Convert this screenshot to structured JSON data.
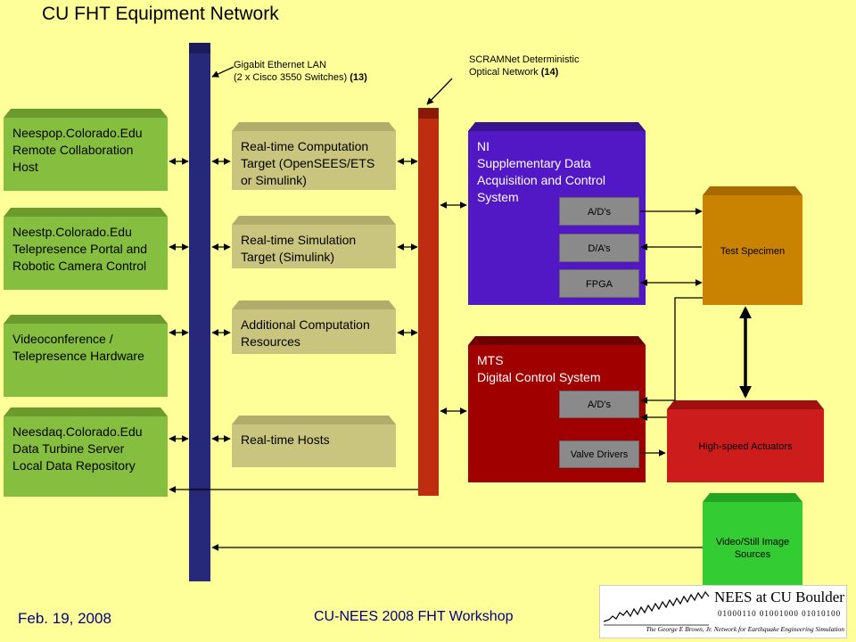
{
  "title": "CU FHT Equipment Network",
  "footer": {
    "date": "Feb. 19, 2008",
    "event": "CU-NEES 2008 FHT Workshop"
  },
  "notes": {
    "lan_line1": "Gigabit Ethernet LAN",
    "lan_line2": "(2 x Cisco 3550 Switches) ",
    "lan_num": "(13)",
    "scram_line1": "SCRAMNet Deterministic",
    "scram_line2": "Optical Network ",
    "scram_num": "(14)"
  },
  "left_boxes": [
    {
      "label": "Neespop.Colorado.Edu\nRemote Collaboration\nHost"
    },
    {
      "label": "Neestp.Colorado.Edu\nTelepresence Portal and\nRobotic Camera Control"
    },
    {
      "label": "Videoconference /\nTelepresence Hardware"
    },
    {
      "label": "Neesdaq.Colorado.Edu\nData Turbine Server\nLocal Data Repository"
    }
  ],
  "middle_boxes": [
    {
      "label": "Real-time Computation\nTarget (OpenSEES/ETS\nor Simulink)"
    },
    {
      "label": "Real-time Simulation\nTarget (Simulink)"
    },
    {
      "label": "Additional Computation\nResources"
    },
    {
      "label": "Real-time Hosts"
    }
  ],
  "ni_box": {
    "label": "NI\nSupplementary Data\nAcquisition and Control\nSystem",
    "subs": [
      "A/D’s",
      "D/A’s",
      "FPGA"
    ]
  },
  "mts_box": {
    "label": "MTS\nDigital Control System",
    "subs": [
      "A/D’s",
      "Valve Drivers"
    ]
  },
  "test_specimen": "Test Specimen",
  "actuators": "High-speed Actuators",
  "video_sources": "Video/Still Image\nSources",
  "logo": {
    "title": "NEES at CU Boulder",
    "bits": "01000110 01001000 01010100",
    "subtitle": "The George E Brown, Jr. Network for Earthquake Engineering Simulation"
  },
  "colors": {
    "background": "#ffff99",
    "lan_bus": "#27287a",
    "scramnet_bus": "#bf2d10",
    "green_box": "#86bf3f",
    "tan_box": "#cac57e",
    "ni_box": "#5218c5",
    "mts_box": "#a00000",
    "specimen": "#c98300",
    "actuators": "#cc1c1c",
    "video": "#33cc33"
  }
}
